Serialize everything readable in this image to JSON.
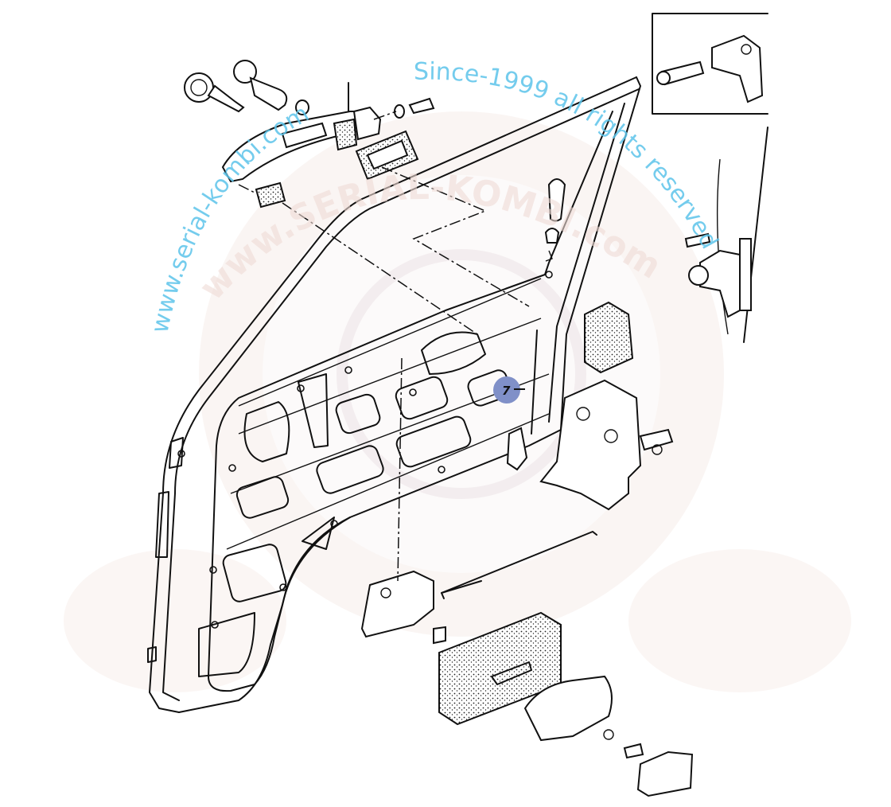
{
  "diagram": {
    "title": "Front door lock and handle assembly",
    "callouts": [
      {
        "label": "7"
      }
    ],
    "watermark": {
      "left": "www.serial-kombi.com",
      "right": "Since-1999 all rights reserved",
      "center": "www.SERIAL-KOMBI.com"
    },
    "colors": {
      "callout": "#8090c8",
      "watermark": "#5cc4ea",
      "line": "#111111",
      "logo": "#f3e6e0"
    }
  }
}
